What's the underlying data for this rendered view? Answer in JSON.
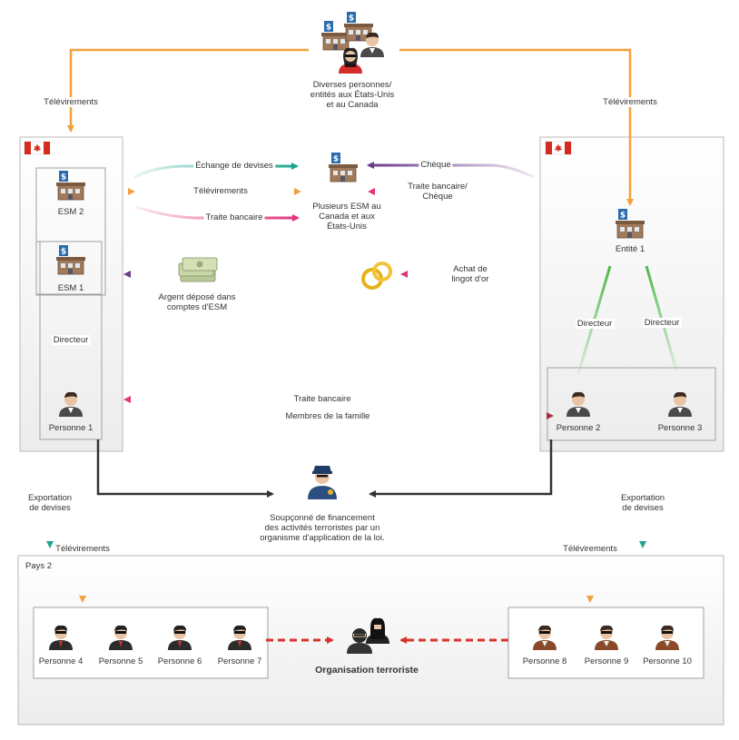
{
  "top_group": {
    "label_lines": [
      "Diverses personnes/",
      "entités aux États-Unis",
      "et au Canada"
    ]
  },
  "flows": {
    "wire_top_left": "Télévirements",
    "wire_top_right": "Télévirements",
    "exchange": "Échange de devises",
    "wire_esm": "Télévirements",
    "bank_draft_left": "Traite bancaire",
    "cheque": "Chèque",
    "bank_draft_cheque_lines": [
      "Traite bancaire/",
      "Chèque"
    ],
    "gold_lines": [
      "Achat de",
      "lingot d'or"
    ],
    "cash_lines": [
      "Argent déposé dans",
      "comptes d'ESM"
    ],
    "bank_draft_middle": "Traite bancaire",
    "family": "Membres de la famille",
    "export_left_lines": [
      "Exportation",
      "de devises"
    ],
    "export_right_lines": [
      "Exportation",
      "de devises"
    ],
    "wire_bottom_left": "Télévirements",
    "wire_bottom_right": "Télévirements"
  },
  "entities": {
    "esm2": "ESM 2",
    "esm1": "ESM 1",
    "esm_multi_lines": [
      "Plusieurs ESM au",
      "Canada et aux",
      "États-Unis"
    ],
    "entity1": "Entité 1",
    "director_left": "Directeur",
    "director_right_a": "Directeur",
    "director_right_b": "Directeur"
  },
  "people": {
    "p1": "Personne 1",
    "p2": "Personne 2",
    "p3": "Personne 3",
    "p4": "Personne 4",
    "p5": "Personne 5",
    "p6": "Personne 6",
    "p7": "Personne 7",
    "p8": "Personne 8",
    "p9": "Personne 9",
    "p10": "Personne 10"
  },
  "police_lines": [
    "Soupçonné de financement",
    "des activités terroristes par un",
    "organisme d'application de la loi."
  ],
  "country2": "Pays 2",
  "terror_org": "Organisation terroriste",
  "colors": {
    "orange": "#f2a03d",
    "teal": "#1fa58f",
    "pink": "#e2337c",
    "purple": "#6a3a8c",
    "green": "#4db848",
    "dark": "#333333",
    "maroon": "#a3303a",
    "red_dash": "#d9342b"
  }
}
